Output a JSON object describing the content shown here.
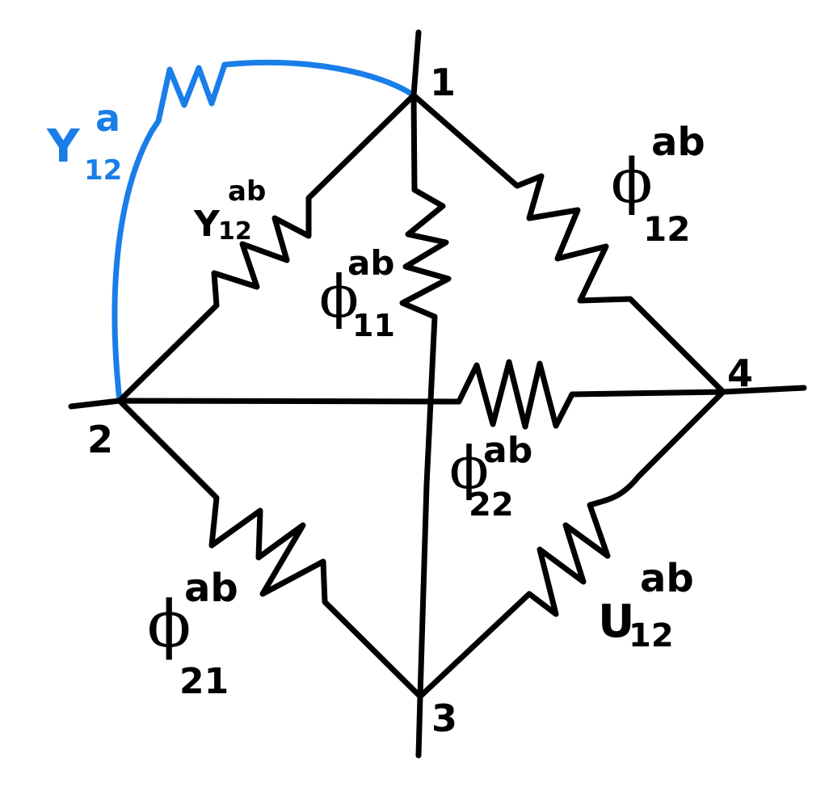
{
  "colors": {
    "ink": "#000000",
    "highlight": "#1a7ee8",
    "background": "#ffffff"
  },
  "nodes": {
    "n1": "1",
    "n2": "2",
    "n3": "3",
    "n4": "4"
  },
  "labels": {
    "y12_a": {
      "base": "Y",
      "sub": "12",
      "sup": "a"
    },
    "y12_ab": {
      "base": "Y",
      "sub": "12",
      "sup": "ab"
    },
    "phi11_ab": {
      "base": "ϕ",
      "sub": "11",
      "sup": "ab"
    },
    "phi12_ab": {
      "base": "ϕ",
      "sub": "12",
      "sup": "ab"
    },
    "phi22_ab": {
      "base": "ϕ",
      "sub": "22",
      "sup": "ab"
    },
    "phi21_ab": {
      "base": "ϕ",
      "sub": "21",
      "sup": "ab"
    },
    "u12_ab": {
      "base": "U",
      "sub": "12",
      "sup": "ab"
    }
  }
}
